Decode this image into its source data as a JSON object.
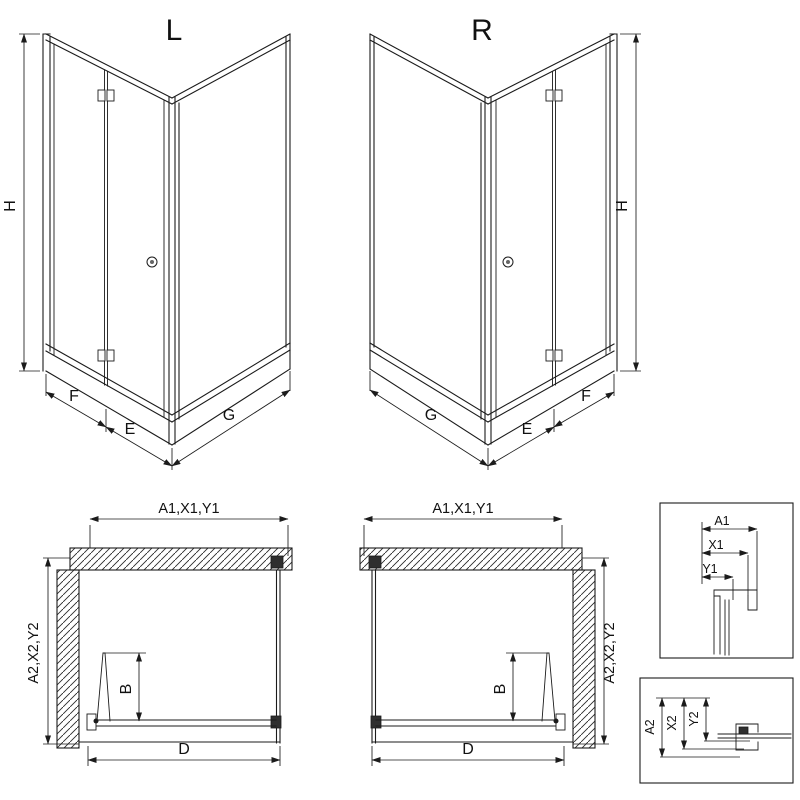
{
  "colors": {
    "line": "#1b1b1b",
    "background": "#ffffff",
    "fitting_fill": "#2f2f2f"
  },
  "iso_left": {
    "variant_label": "L",
    "dim_height": "H",
    "dim_f": "F",
    "dim_e": "E",
    "dim_g": "G"
  },
  "iso_right": {
    "variant_label": "R",
    "dim_height": "H",
    "dim_f": "F",
    "dim_e": "E",
    "dim_g": "G"
  },
  "plan_left": {
    "dim_width": "A1,X1,Y1",
    "dim_depth": "A2,X2,Y2",
    "dim_door": "B",
    "dim_entry": "D"
  },
  "plan_right": {
    "dim_width": "A1,X1,Y1",
    "dim_depth": "A2,X2,Y2",
    "dim_door": "B",
    "dim_entry": "D"
  },
  "detail_top": {
    "dim_a1": "A1",
    "dim_x1": "X1",
    "dim_y1": "Y1"
  },
  "detail_bottom": {
    "dim_a2": "A2",
    "dim_x2": "X2",
    "dim_y2": "Y2"
  }
}
